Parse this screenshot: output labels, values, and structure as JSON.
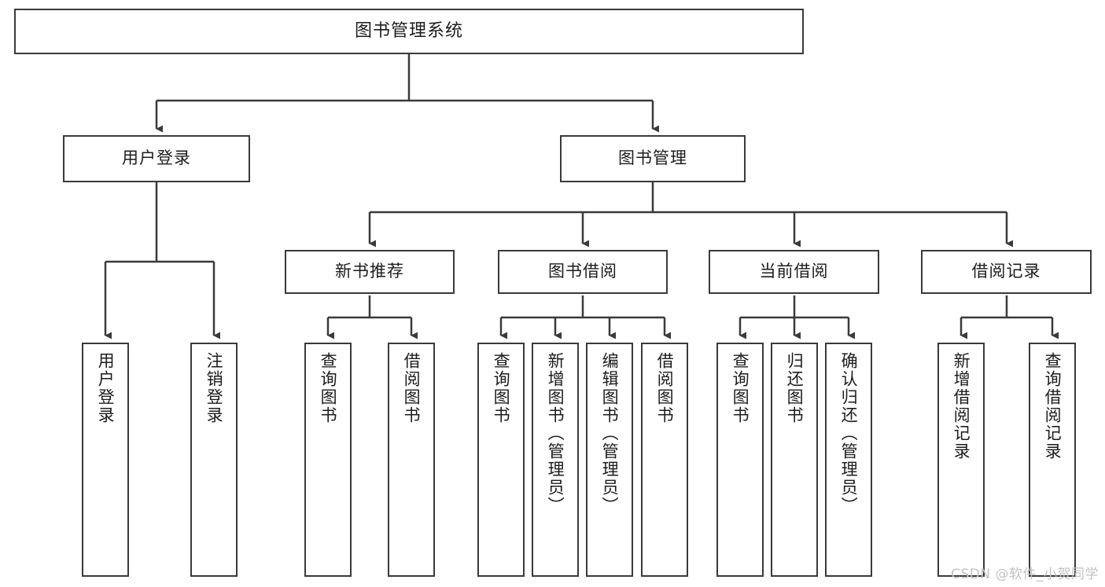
{
  "diagram": {
    "title": "图书管理系统",
    "type": "tree-hierarchy-chart",
    "colors": {
      "background": "#ffffff",
      "border": "#3a3a3a",
      "text": "#1c1c1c",
      "watermark": "#c2c2c2"
    },
    "root": {
      "label": "图书管理系统"
    },
    "level2": [
      {
        "label": "用户登录"
      },
      {
        "label": "图书管理"
      }
    ],
    "level3": [
      {
        "label": "新书推荐"
      },
      {
        "label": "图书借阅"
      },
      {
        "label": "当前借阅"
      },
      {
        "label": "借阅记录"
      }
    ],
    "leaves": {
      "user_login": [
        {
          "label": "用户登录"
        },
        {
          "label": "注销登录"
        }
      ],
      "new_book_recommend": [
        {
          "label": "查询图书"
        },
        {
          "label": "借阅图书"
        }
      ],
      "book_borrow": [
        {
          "label": "查询图书"
        },
        {
          "label": "新增图书（管理员）"
        },
        {
          "label": "编辑图书（管理员）"
        },
        {
          "label": "借阅图书"
        }
      ],
      "current_borrow": [
        {
          "label": "查询图书"
        },
        {
          "label": "归还图书"
        },
        {
          "label": "确认归还（管理员）"
        }
      ],
      "borrow_record": [
        {
          "label": "新增借阅记录"
        },
        {
          "label": "查询借阅记录"
        }
      ]
    }
  },
  "watermark": {
    "text": "CSDN @软件_小贺同学"
  }
}
